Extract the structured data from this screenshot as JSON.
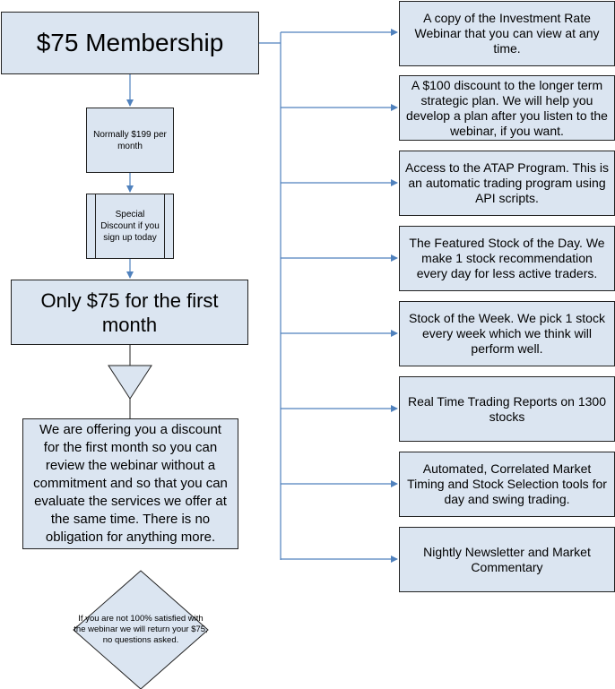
{
  "title": "$75 Membership",
  "normal_price": "Normally $199 per month",
  "special_discount": "Special Discount if you sign up today",
  "only_price": "Only $75 for the first month",
  "offer_text": "We are offering you a discount for the first month so you can review the webinar without a commitment and so that you can evaluate the services we offer at the same time.  There is no obligation for anything more.",
  "guarantee": "If you are not 100% satisfied with the webinar we will return your $75, no questions asked.",
  "benefits": [
    "A copy of the Investment Rate Webinar that you can view at any time.",
    "A $100 discount to the longer term strategic plan.  We will help you develop a plan after you listen to the webinar, if you want.",
    "Access to the ATAP Program.  This is an automatic trading program using API scripts.",
    "The Featured Stock of the Day.  We make 1 stock recommendation every day for less active traders.",
    "Stock of the Week.  We pick 1 stock every week which we think will perform well.",
    "Real Time Trading Reports on 1300 stocks",
    "Automated, Correlated Market Timing and Stock Selection tools for day and swing trading.",
    "Nightly Newsletter and Market Commentary"
  ],
  "colors": {
    "box_fill": "#dbe5f1",
    "connector": "#4f81bd",
    "border": "#222222"
  }
}
